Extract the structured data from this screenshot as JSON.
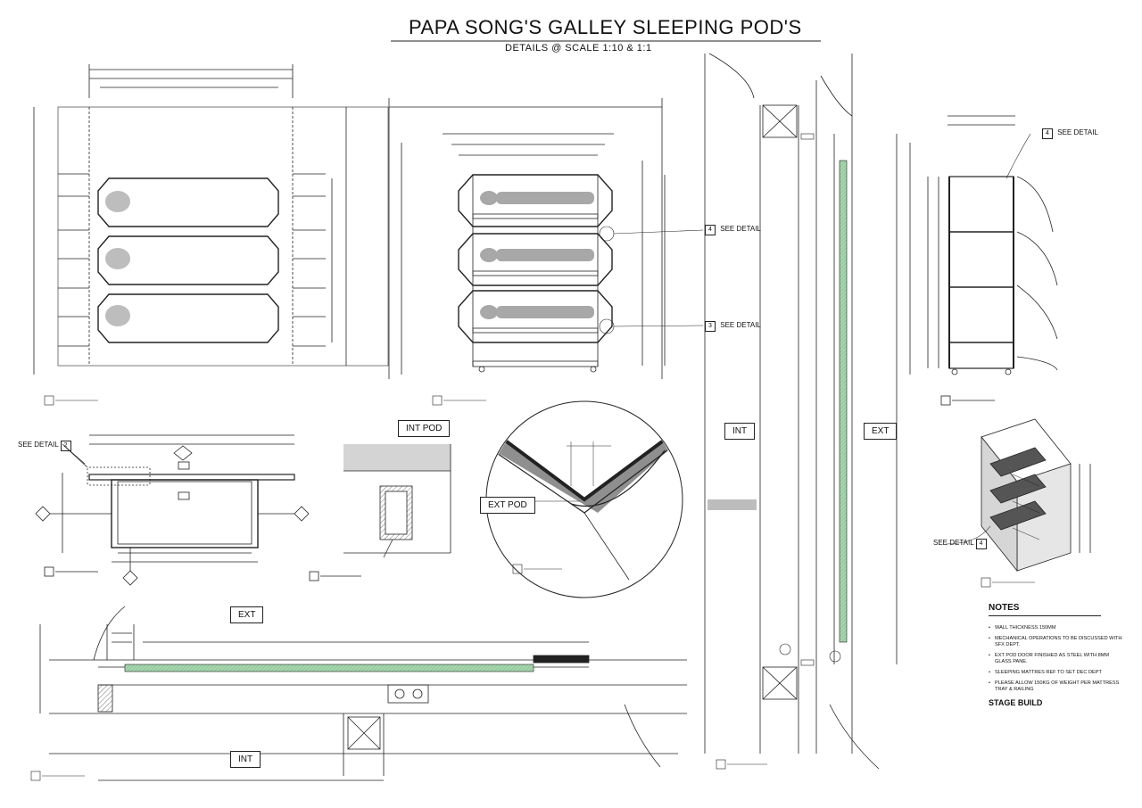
{
  "sheet": {
    "title": "PAPA SONG'S GALLEY SLEEPING POD'S",
    "subtitle": "DETAILS @ SCALE 1:10 & 1:1"
  },
  "labels": {
    "int_pod": "INT POD",
    "ext_pod": "EXT POD",
    "ext": "EXT",
    "int": "INT"
  },
  "detail_refs": {
    "see_detail": "SEE DETAIL",
    "ref_2": "2",
    "ref_3": "3",
    "ref_4": "4"
  },
  "notes": {
    "heading": "NOTES",
    "items": [
      "WALL THICKNESS 150MM",
      "MECHANICAL OPERATIONS TO BE DISCUSSED WITH SFX DEPT.",
      "EXT POD DOOR FINISHED AS STEEL WITH 8MM GLASS PANE.",
      "SLEEPING MATTRES REF TO SET DEC DEPT",
      "PLEASE ALLOW 150KG OF WEIGHT PER MATTRESS TRAY & RAILING"
    ],
    "footer": "STAGE BUILD"
  },
  "colors": {
    "line": "#222222",
    "glass": "#8fc79a",
    "fill_grey": "#bdbdbd",
    "body_grey": "#a8a8a8"
  }
}
